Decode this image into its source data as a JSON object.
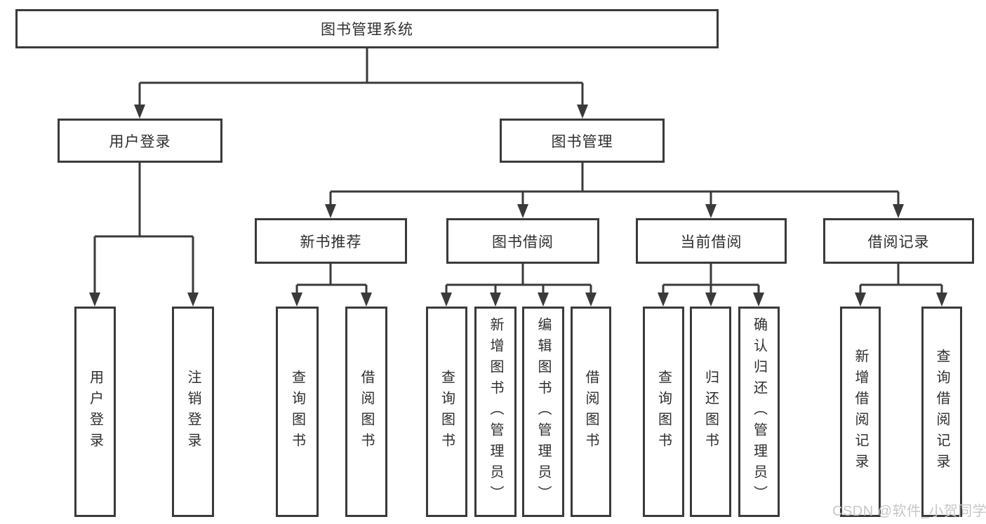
{
  "tree": {
    "root": {
      "label": "图书管理系统"
    },
    "children": [
      {
        "label": "用户登录",
        "children": [
          {
            "label": "用户登录"
          },
          {
            "label": "注销登录"
          }
        ]
      },
      {
        "label": "图书管理",
        "children": [
          {
            "label": "新书推荐",
            "children": [
              {
                "label": "查询图书"
              },
              {
                "label": "借阅图书"
              }
            ]
          },
          {
            "label": "图书借阅",
            "children": [
              {
                "label": "查询图书"
              },
              {
                "label": "新增图书（管理员）"
              },
              {
                "label": "编辑图书（管理员）"
              },
              {
                "label": "借阅图书"
              }
            ]
          },
          {
            "label": "当前借阅",
            "children": [
              {
                "label": "查询图书"
              },
              {
                "label": "归还图书"
              },
              {
                "label": "确认归还（管理员）"
              }
            ]
          },
          {
            "label": "借阅记录",
            "children": [
              {
                "label": "新增借阅记录"
              },
              {
                "label": "查询借阅记录"
              }
            ]
          }
        ]
      }
    ]
  },
  "watermark": {
    "text": "CSDN @软件_小贺同学"
  },
  "colors": {
    "line": "#3a3a3a",
    "box_border": "#3a3a3a",
    "text": "#2e2e2e",
    "watermark": "#c7c7c7",
    "background": "#ffffff"
  }
}
